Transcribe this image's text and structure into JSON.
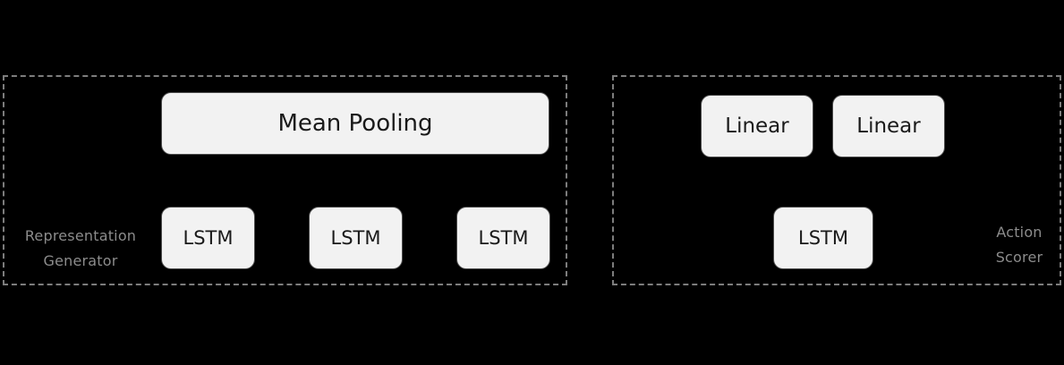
{
  "diagram": {
    "background_color": "#000000",
    "box_fill_color": "#f2f2f2",
    "box_border_color": "#4d4d4d",
    "box_text_color": "#1a1a1a",
    "group_border_color": "#7d7d7d",
    "group_label_color": "#8c8c8c",
    "groups": [
      {
        "id": "representation-generator",
        "label": "Representation\nGenerator",
        "label_position": "left",
        "nodes": [
          {
            "id": "mean-pooling",
            "label": "Mean Pooling",
            "shape": "rounded-rect",
            "row": "top"
          },
          {
            "id": "lstm-1",
            "label": "LSTM",
            "shape": "rounded-rect",
            "row": "bottom"
          },
          {
            "id": "lstm-2",
            "label": "LSTM",
            "shape": "rounded-rect",
            "row": "bottom"
          },
          {
            "id": "lstm-3",
            "label": "LSTM",
            "shape": "rounded-rect",
            "row": "bottom"
          }
        ]
      },
      {
        "id": "action-scorer",
        "label": "Action\nScorer",
        "label_position": "right",
        "nodes": [
          {
            "id": "linear-1",
            "label": "Linear",
            "shape": "rounded-rect",
            "row": "top"
          },
          {
            "id": "linear-2",
            "label": "Linear",
            "shape": "rounded-rect",
            "row": "top"
          },
          {
            "id": "lstm-scorer",
            "label": "LSTM",
            "shape": "rounded-rect",
            "row": "bottom"
          }
        ]
      }
    ]
  }
}
